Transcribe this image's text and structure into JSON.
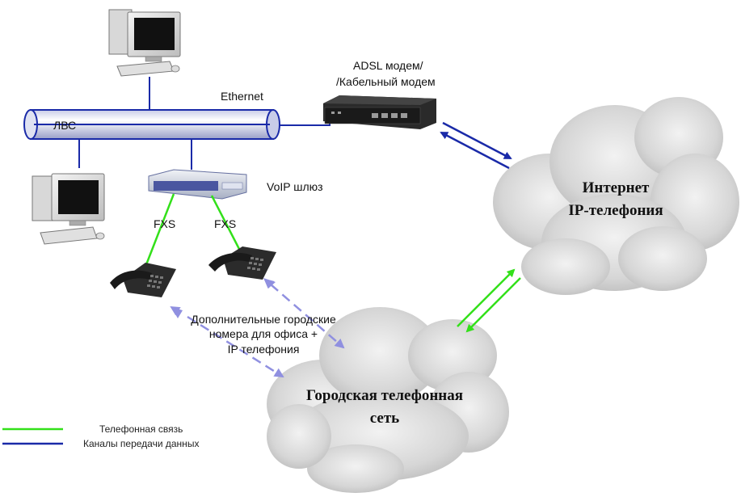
{
  "labels": {
    "lan": "ЛВС",
    "ethernet": "Ethernet",
    "modem_line1": "ADSL модем/",
    "modem_line2": "/Кабельный модем",
    "voip_gateway": "VoIP шлюз",
    "fxs_left": "FXS",
    "fxs_right": "FXS",
    "office_line1": "Дополнительные городские",
    "office_line2": "номера для офиса +",
    "office_line3": "IP телефония"
  },
  "clouds": {
    "internet_line1": "Интернет",
    "internet_line2": "IP-телефония",
    "city_line1": "Городская телефонная",
    "city_line2": "сеть"
  },
  "legend": {
    "phone_link": "Телефонная связь",
    "data_channel": "Каналы передачи данных"
  },
  "colors": {
    "phone_link": "#33e01a",
    "data_channel": "#1a2aa8",
    "dashed_link": "#9090e0",
    "cloud": "#d8d8d8"
  }
}
